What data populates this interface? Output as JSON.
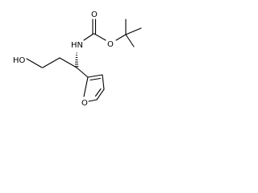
{
  "atom_labels": {
    "nh": "HN",
    "ester_o": "O",
    "carbonyl_o": "O",
    "hydroxyl": "HO",
    "furan_o": "O"
  }
}
